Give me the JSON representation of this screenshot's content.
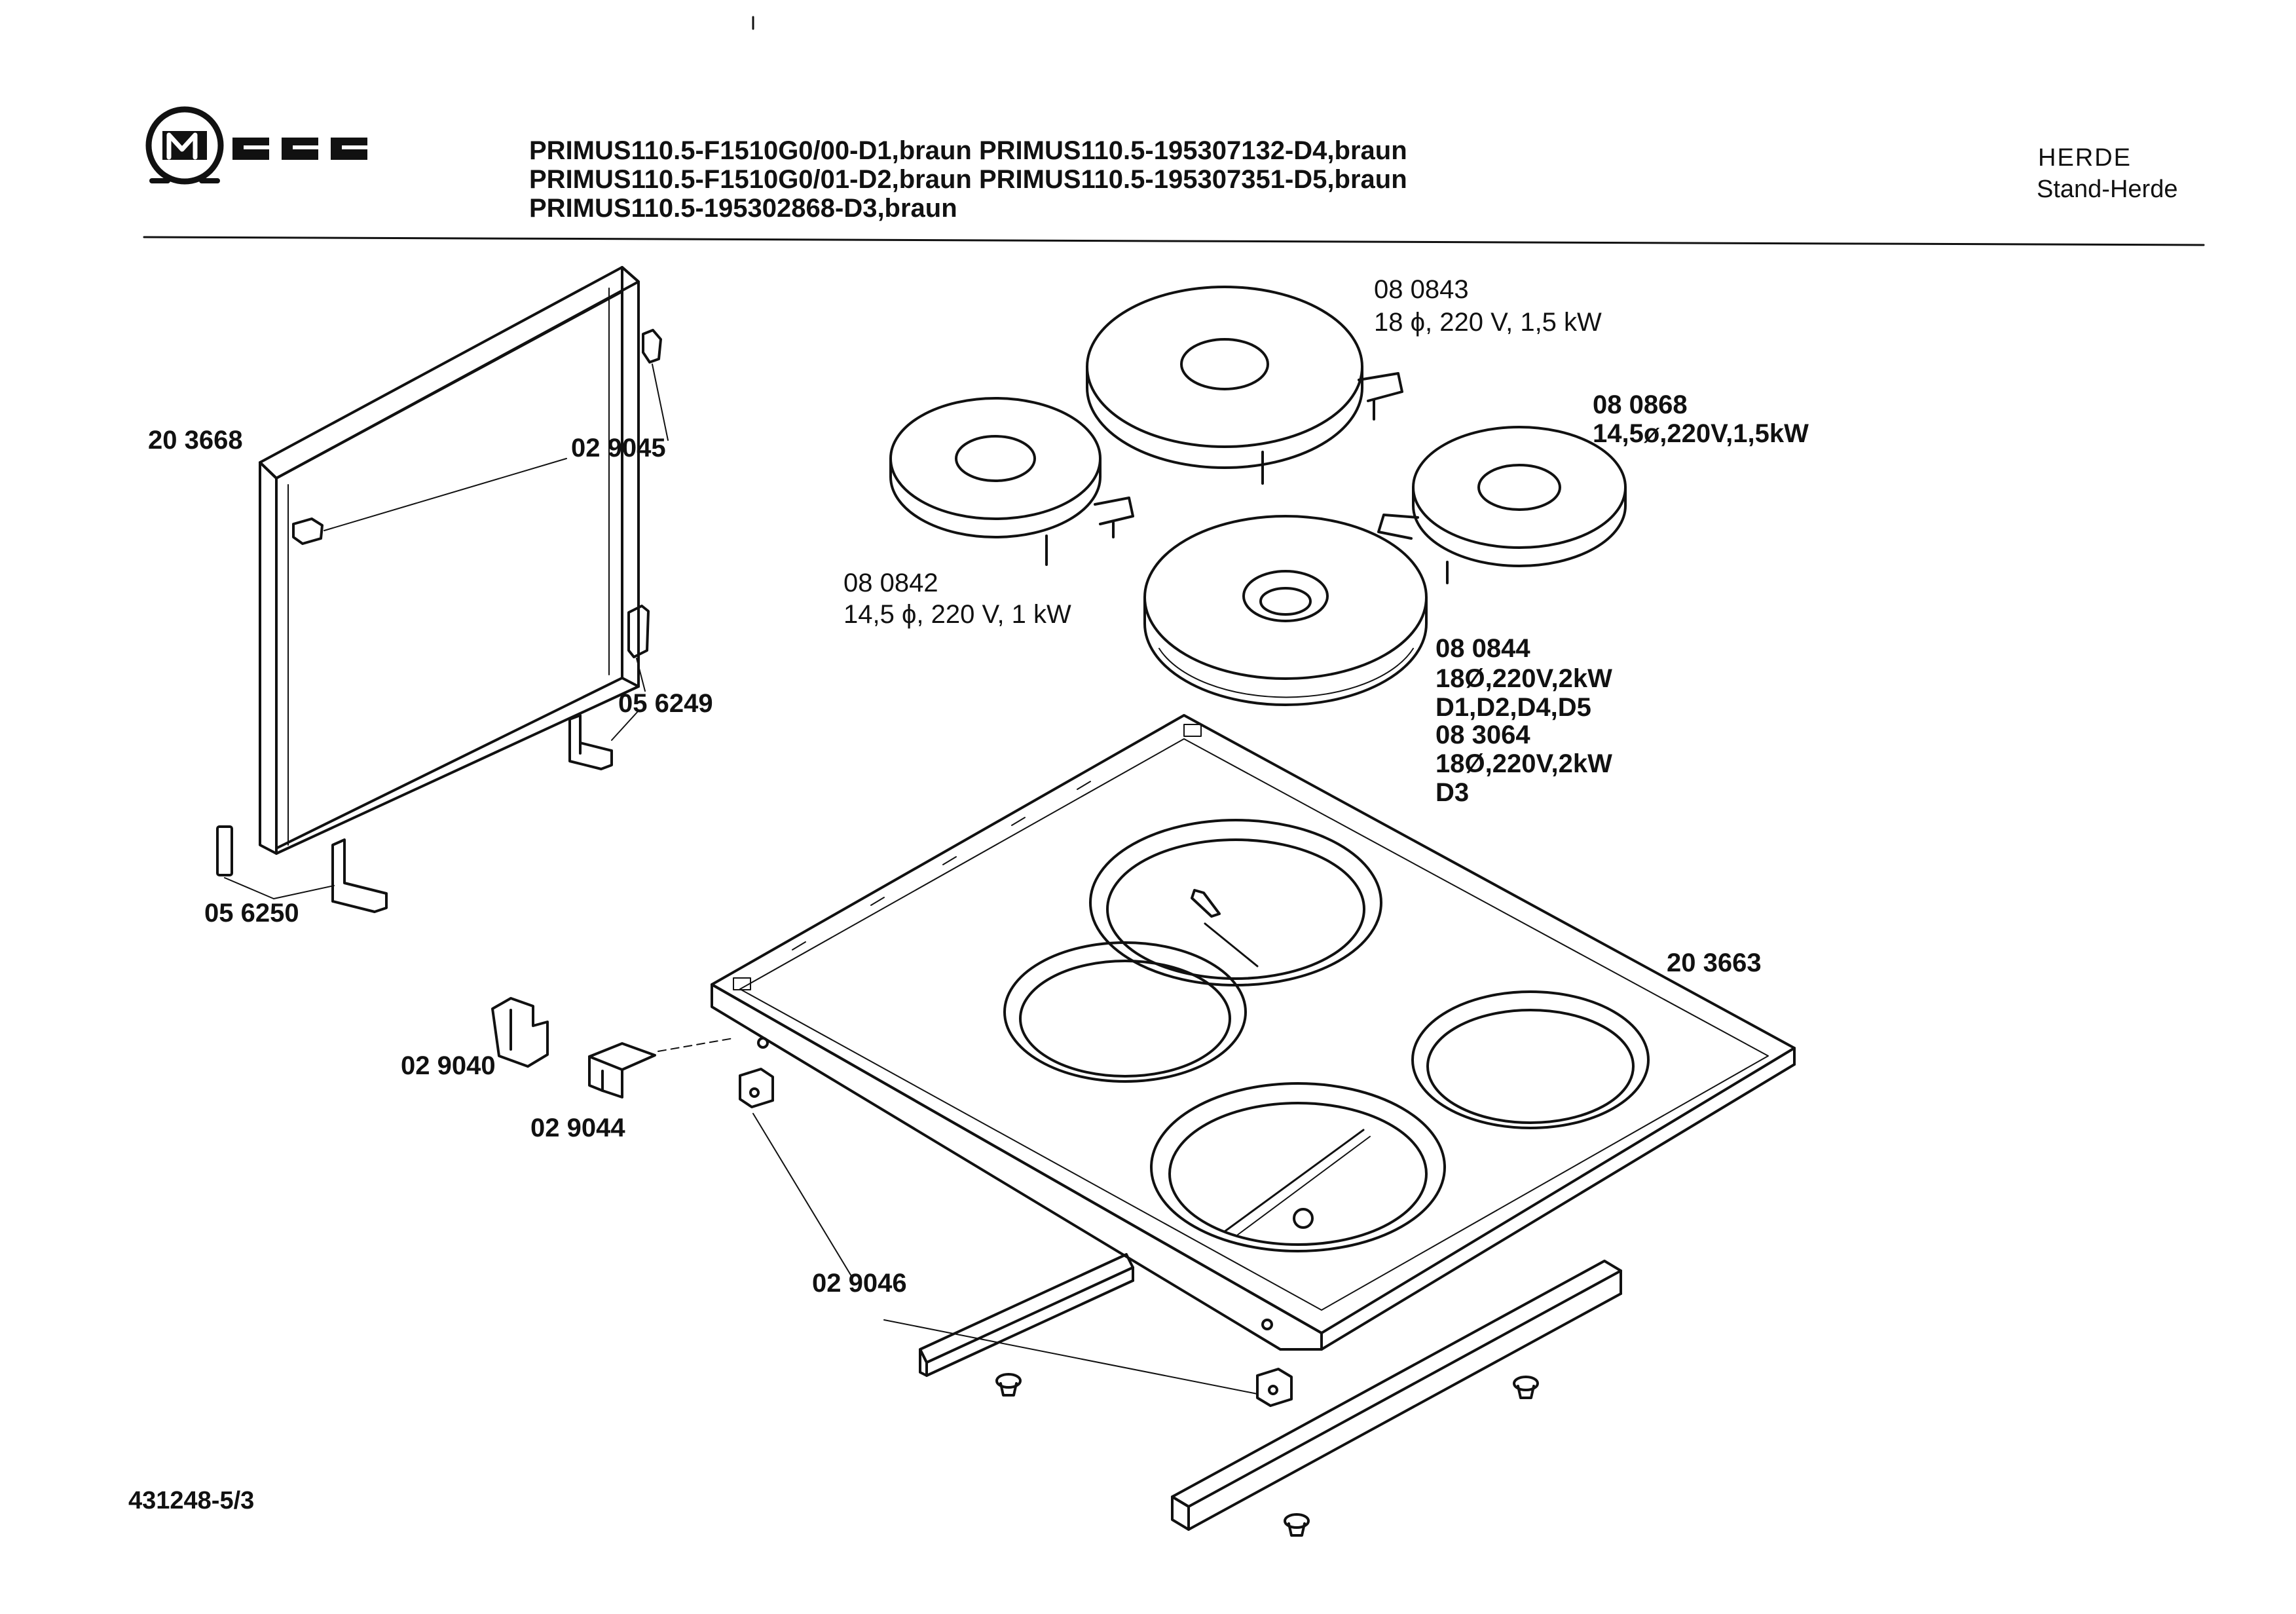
{
  "brand": {
    "name": "NEFF"
  },
  "header": {
    "models": [
      "PRIMUS110.5-F1510G0/00-D1,braun PRIMUS110.5-195307132-D4,braun",
      "PRIMUS110.5-F1510G0/01-D2,braun PRIMUS110.5-195307351-D5,braun",
      "PRIMUS110.5-195302868-D3,braun"
    ],
    "category": "HERDE",
    "subcategory": "Stand-Herde"
  },
  "parts": {
    "p080843": {
      "num": "08 0843",
      "spec": "18 ϕ, 220 V, 1,5 kW"
    },
    "p080868": {
      "num": "08 0868",
      "spec": "14,5ø,220V,1,5kW"
    },
    "p080842": {
      "num": "08 0842",
      "spec": "14,5 ϕ, 220 V, 1 kW"
    },
    "p080844": {
      "num": "08 0844",
      "spec": "18Ø,220V,2kW",
      "variants": "D1,D2,D4,D5"
    },
    "p083064": {
      "num": "08 3064",
      "spec": "18Ø,220V,2kW",
      "variants": "D3"
    },
    "p203668": {
      "num": "20 3668"
    },
    "p029045": {
      "num": "02 9045"
    },
    "p056249": {
      "num": "05 6249"
    },
    "p056250": {
      "num": "05 6250"
    },
    "p203663": {
      "num": "20 3663"
    },
    "p029040": {
      "num": "02 9040"
    },
    "p029044": {
      "num": "02 9044"
    },
    "p029046": {
      "num": "02 9046"
    }
  },
  "footer": {
    "doc_number": "431248-5/3"
  }
}
